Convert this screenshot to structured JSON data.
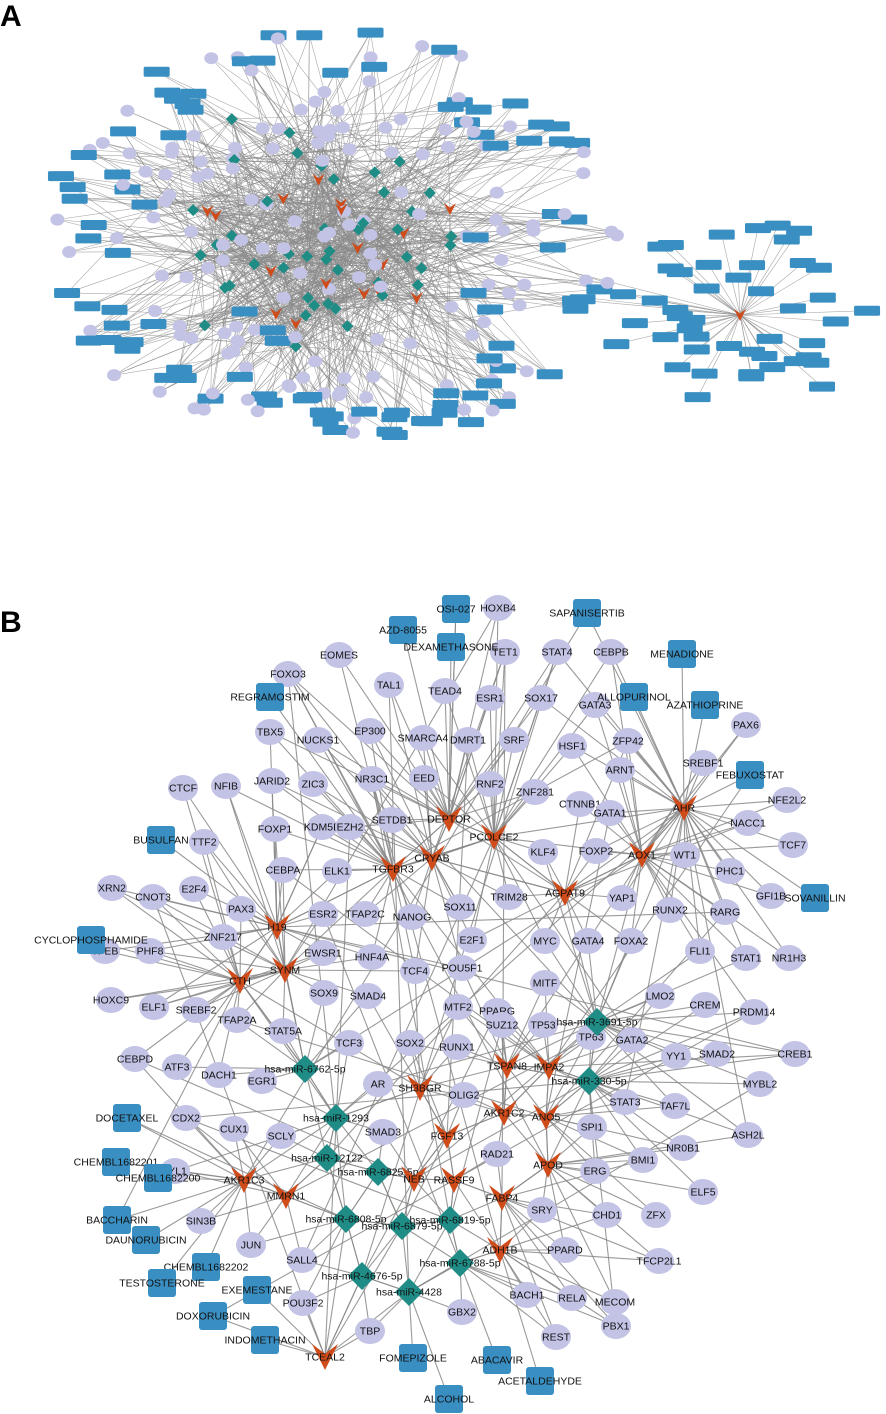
{
  "panels": [
    {
      "letter": "A"
    },
    {
      "letter": "B"
    }
  ],
  "colors": {
    "gene": "#c3c3e6",
    "drug": "#3a8fc2",
    "mirna": "#1f8c86",
    "hub": "#cf4b1a",
    "edge": "#8a8a8a"
  },
  "legend_shapes": {
    "gene": "circle-icon",
    "drug": "rounded-rect-icon",
    "mirna": "diamond-icon",
    "hub": "v-arrow-icon"
  },
  "network_b": {
    "genes": [
      "HOXB4",
      "TET1",
      "STAT4",
      "CEBPB",
      "EOMES",
      "FOXO3",
      "TAL1",
      "TEAD4",
      "ESR1",
      "SOX17",
      "GATA3",
      "ZFP42",
      "PAX6",
      "TBX5",
      "NUCKS1",
      "EP300",
      "SMARCA4",
      "DMRT1",
      "SRF",
      "HSF1",
      "ARNT",
      "SREBF1",
      "CTCF",
      "NFIB",
      "JARID2",
      "ZIC3",
      "NR3C1",
      "EED",
      "RNF2",
      "ZNF281",
      "CTNNB1",
      "GATA1",
      "NFE2L2",
      "NACC1",
      "FOXP1",
      "KDM5B",
      "EZH2",
      "SETDB1",
      "KLF4",
      "FOXP2",
      "WT1",
      "TCF7",
      "TTF2",
      "CEBPA",
      "ELK1",
      "PHC1",
      "XRN2",
      "CNOT3",
      "E2F4",
      "PAX3",
      "ESR2",
      "TFAP2C",
      "SOX11",
      "TRIM28",
      "YAP1",
      "RUNX2",
      "RARG",
      "GFI1B",
      "ZNF217",
      "NANOG",
      "E2F1",
      "MYC",
      "GATA4",
      "FOXA2",
      "FLI1",
      "STAT1",
      "NR1H3",
      "TFEB",
      "PHF8",
      "EWSR1",
      "HNF4A",
      "POU5F1",
      "TCF4",
      "MITF",
      "HOXC9",
      "ELF1",
      "SREBF2",
      "SOX9",
      "SMAD4",
      "MTF2",
      "PPARG",
      "LMO2",
      "CREM",
      "PRDM14",
      "TFAP2A",
      "STAT5A",
      "SUZ12",
      "TP53",
      "CEBPD",
      "ATF3",
      "DACH1",
      "TCF3",
      "SOX2",
      "RUNX1",
      "TP63",
      "GATA2",
      "YY1",
      "SMAD2",
      "CREB1",
      "EGR1",
      "AR",
      "MYBL2",
      "CDX2",
      "OLIG2",
      "STAT3",
      "TAF7L",
      "CUX1",
      "SCLY",
      "SMAD3",
      "SPI1",
      "ASH2L",
      "NR0B1",
      "RAD21",
      "BMI1",
      "LYL1",
      "ERG",
      "ELF5",
      "SRY",
      "CHD1",
      "ZFX",
      "SIN3B",
      "JUN",
      "PPARD",
      "TFCP2L1",
      "SALL4",
      "MECOM",
      "POU3F2",
      "BACH1",
      "RELA",
      "GBX2",
      "TBP",
      "REST",
      "PBX1"
    ],
    "drugs": [
      "OSI-027",
      "SAPANISERTIB",
      "AZD-8055",
      "DEXAMETHASONE",
      "MENADIONE",
      "REGRAMOSTIM",
      "ALLOPURINOL",
      "AZATHIOPRINE",
      "FEBUXOSTAT",
      "BUSULFAN",
      "SOVANILLIN",
      "CYCLOPHOSPHAMIDE",
      "DOCETAXEL",
      "CHEMBL1682201",
      "CHEMBL1682200",
      "BACCHARIN",
      "DAUNORUBICIN",
      "CHEMBL1682202",
      "TESTOSTERONE",
      "EXEMESTANE",
      "DOXORUBICIN",
      "INDOMETHACIN",
      "FOMEPIZOLE",
      "ABACAVIR",
      "ACETALDEHYDE",
      "ALCOHOL"
    ],
    "mirnas": [
      "hsa-miR-3691-5p",
      "hsa-miR-6762-5p",
      "hsa-miR-330-5p",
      "hsa-miR-1293",
      "hsa-miR-12122",
      "hsa-miR-6825-5p",
      "hsa-miR-6808-5p",
      "hsa-miR-6879-5p",
      "hsa-miR-6819-5p",
      "hsa-miR-6788-5p",
      "hsa-miR-4676-5p",
      "hsa-miR-4428"
    ],
    "hubs": [
      "DEPTOR",
      "PCOLCE2",
      "AHR",
      "TGFBR3",
      "CRYAB",
      "AOX1",
      "AGPAT9",
      "H19",
      "SYNM",
      "CTH",
      "TSPAN8",
      "IMPA2",
      "SH3BGR",
      "AKR1C2",
      "ANO5",
      "FGF13",
      "APOD",
      "AKR1C3",
      "MMRN1",
      "NEB",
      "RASSF9",
      "FABP4",
      "ADH1B",
      "TCEAL2"
    ]
  }
}
